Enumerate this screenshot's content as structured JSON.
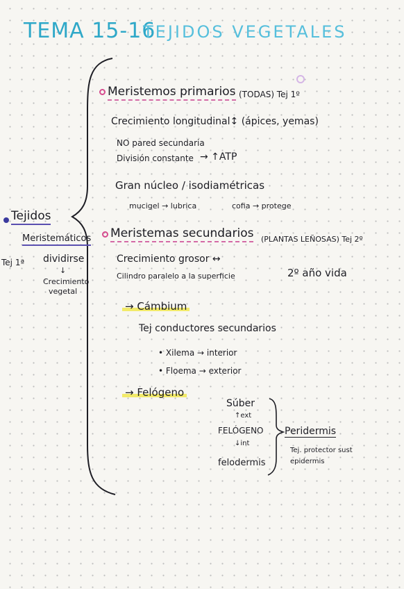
{
  "title": "TEMA 15-16",
  "subtitle": "TEJIDOS VEGETALES",
  "left": {
    "topic": "Tejidos",
    "subtopic": "Meristemáticos",
    "tej_label": "Tej 1ª",
    "dividirse": "dividirse",
    "arrow": "↓",
    "crecimiento": "Crecimiento",
    "vegetal": "vegetal"
  },
  "primarios": {
    "heading": "Meristemos primarios",
    "tag": "(TODAS) Tej 1º",
    "line1": "Crecimiento longitudinal↕ (ápices, yemas)",
    "line2": "NO pared secundaria",
    "line3a": "División constante",
    "line3b": "→ ↑ATP",
    "line4": "Gran núcleo / isodiamétricas",
    "line5a": "mucigel → lubrica",
    "line5b": "cofia → protege"
  },
  "secundarios": {
    "heading": "Meristemas secundarios",
    "tag": "(PLANTAS LEÑOSAS) Tej 2º",
    "line1": "Crecimiento grosor ↔",
    "line2": "Cilindro paralelo a la superficie",
    "line2b": "2º año vida"
  },
  "cambium": {
    "heading": "→ Cámbium",
    "line1": "Tej conductores secundarios",
    "xilema": "• Xilema → interior",
    "floema": "• Floema → exterior"
  },
  "felogeno": {
    "heading": "→ Felógeno",
    "suber": "Súber",
    "ext": "↑ext",
    "felogeno_caps": "FELÓGENO",
    "int": "↓int",
    "felodermis": "felodermis",
    "peridermis": "Peridermis",
    "desc1": "Tej. protector sust",
    "desc2": "epidermis"
  },
  "colors": {
    "title": "#2fa8c8",
    "accent_purple": "#5a4fb0",
    "accent_pink": "#d64b8e",
    "highlight": "#f2ea6a"
  }
}
